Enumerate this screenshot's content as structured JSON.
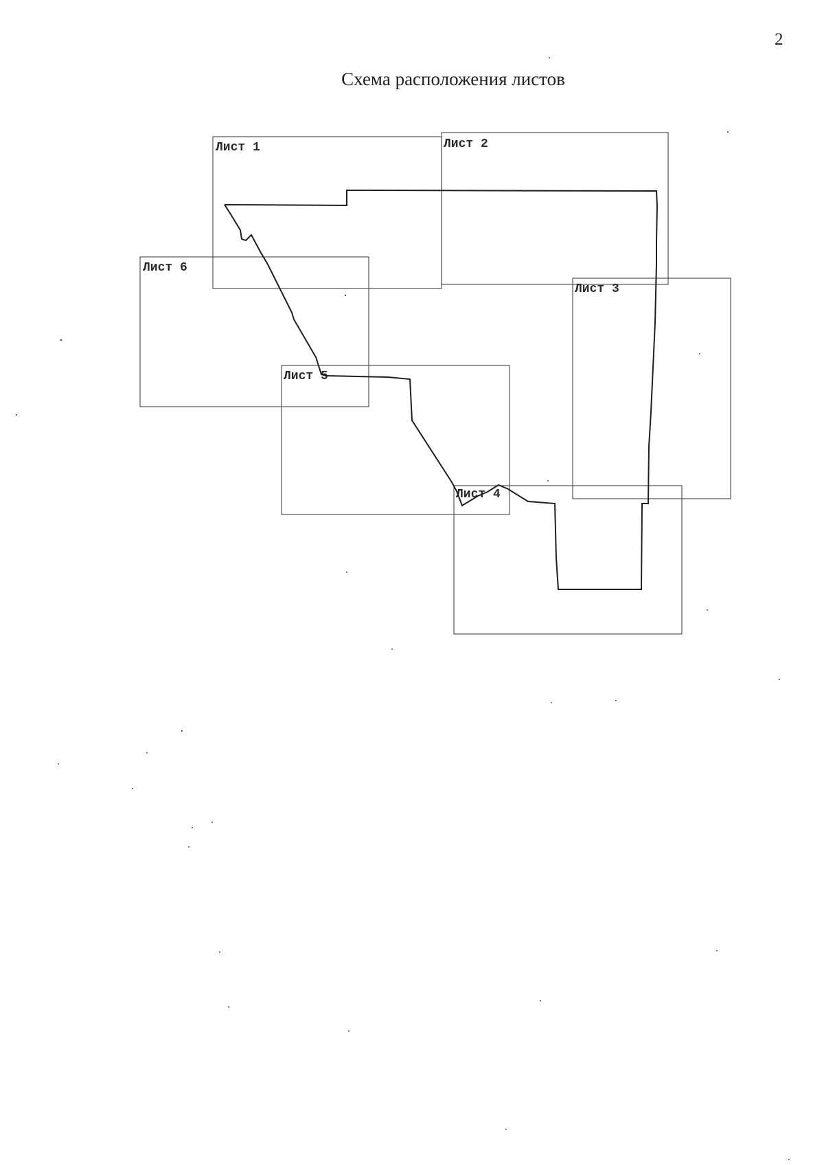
{
  "page": {
    "number": "2",
    "title": "Схема расположения листов"
  },
  "sheets": [
    {
      "id": "sheet-1",
      "label": "Лист 1"
    },
    {
      "id": "sheet-2",
      "label": "Лист 2"
    },
    {
      "id": "sheet-3",
      "label": "Лист 3"
    },
    {
      "id": "sheet-4",
      "label": "Лист 4"
    },
    {
      "id": "sheet-5",
      "label": "Лист 5"
    },
    {
      "id": "sheet-6",
      "label": "Лист 6"
    }
  ],
  "colors": {
    "frame_stroke": "#444444",
    "boundary_stroke": "#1f1f1f",
    "text": "#222222"
  }
}
